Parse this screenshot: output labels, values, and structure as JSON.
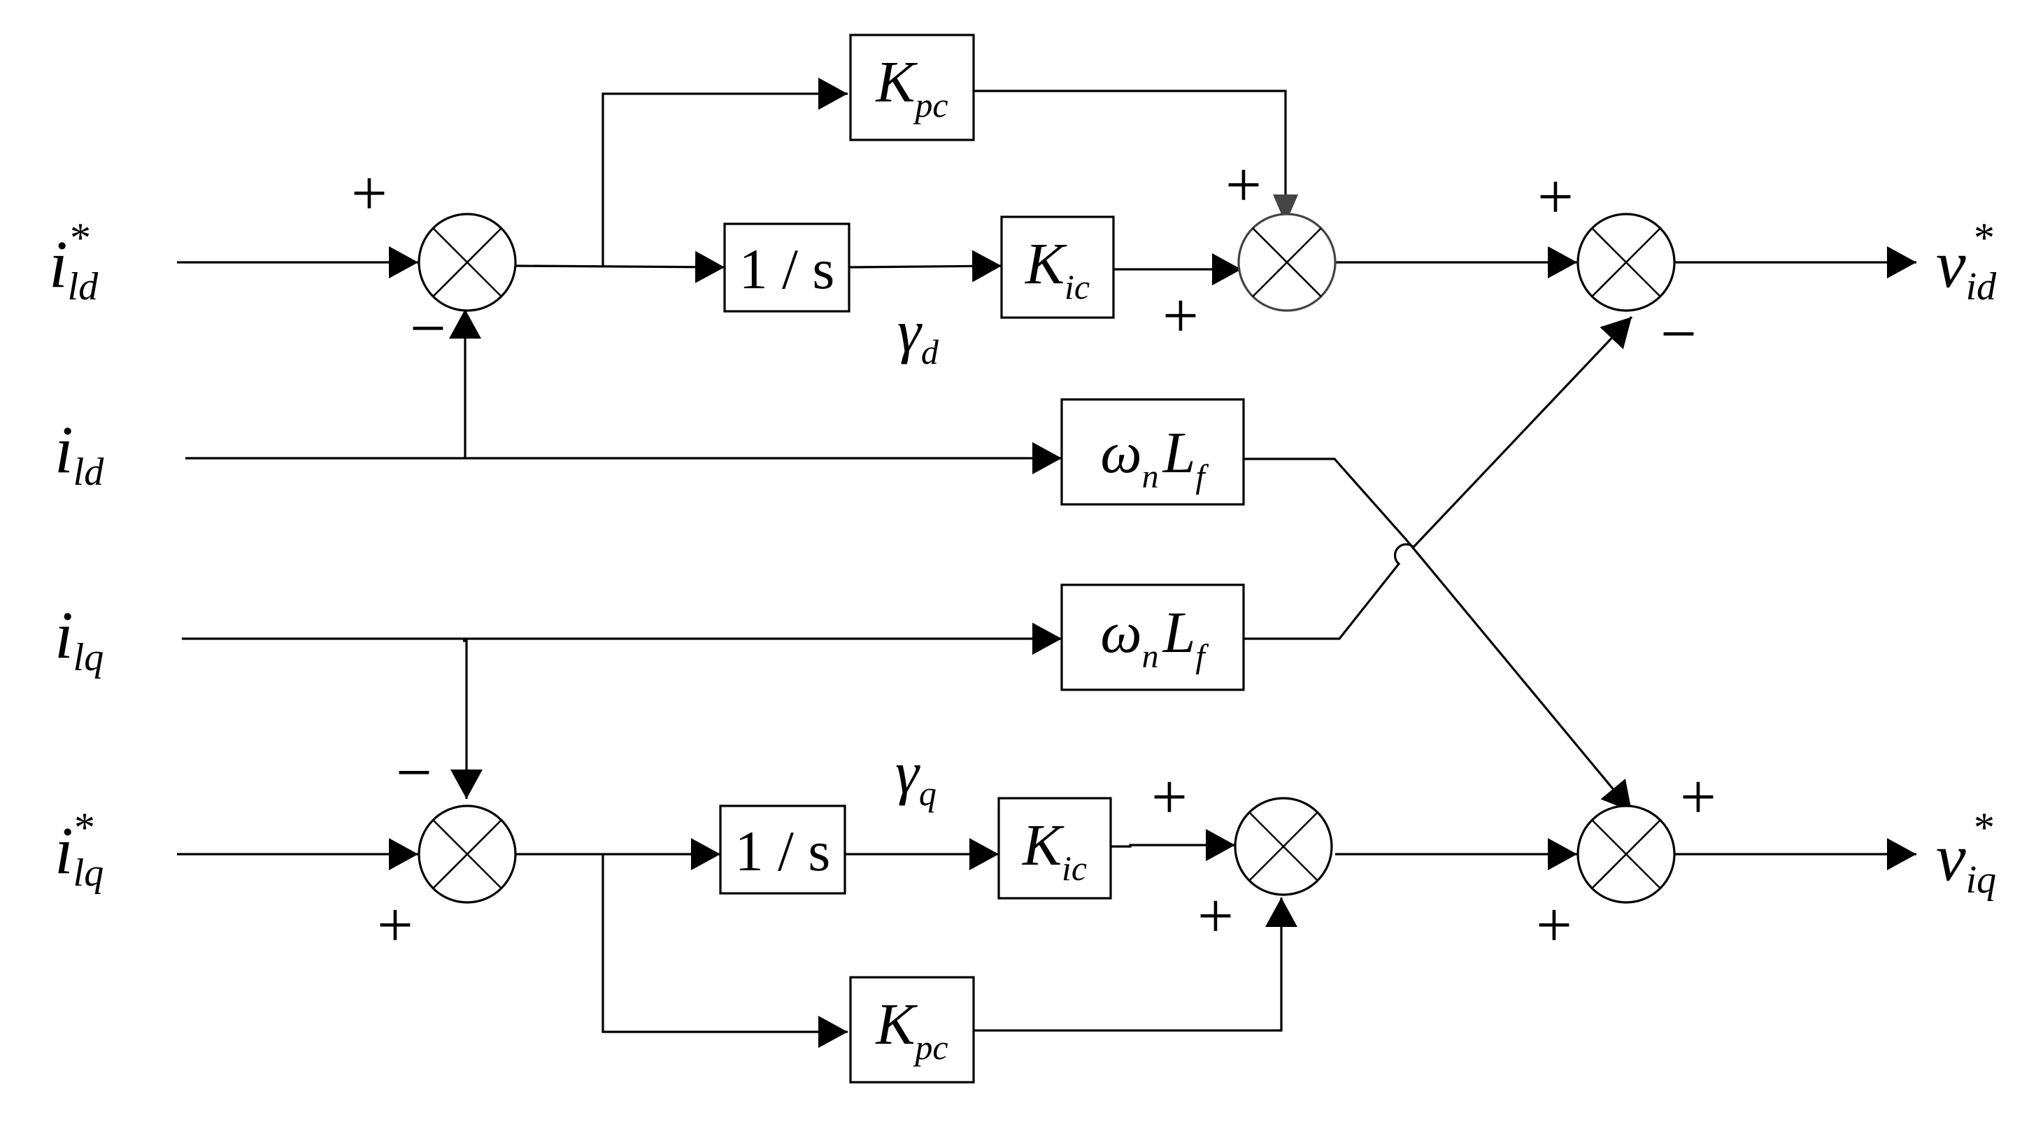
{
  "inputs": {
    "ild_ref": {
      "main": "i",
      "sub": "ld",
      "sup": "*"
    },
    "ild": {
      "main": "i",
      "sub": "ld"
    },
    "ilq": {
      "main": "i",
      "sub": "lq"
    },
    "ilq_ref": {
      "main": "i",
      "sub": "lq",
      "sup": "*"
    }
  },
  "outputs": {
    "vid_ref": {
      "main": "v",
      "sub": "id",
      "sup": "*"
    },
    "viq_ref": {
      "main": "v",
      "sub": "iq",
      "sup": "*"
    }
  },
  "blocks": {
    "kpc_d": {
      "main": "K",
      "sub": "pc"
    },
    "integrator_d": {
      "text": "1 / s"
    },
    "kic_d": {
      "main": "K",
      "sub": "ic"
    },
    "omega_lf_d": {
      "main1": "ω",
      "sub1": "n",
      "main2": "L",
      "sub2": "f"
    },
    "omega_lf_q": {
      "main1": "ω",
      "sub1": "n",
      "main2": "L",
      "sub2": "f"
    },
    "integrator_q": {
      "text": "1 / s"
    },
    "kic_q": {
      "main": "K",
      "sub": "ic"
    },
    "kpc_q": {
      "main": "K",
      "sub": "pc"
    }
  },
  "signals": {
    "gamma_d": {
      "main": "γ",
      "sub": "d"
    },
    "gamma_q": {
      "main": "γ",
      "sub": "q"
    }
  },
  "signs": {
    "plus": "+",
    "minus": "−"
  }
}
